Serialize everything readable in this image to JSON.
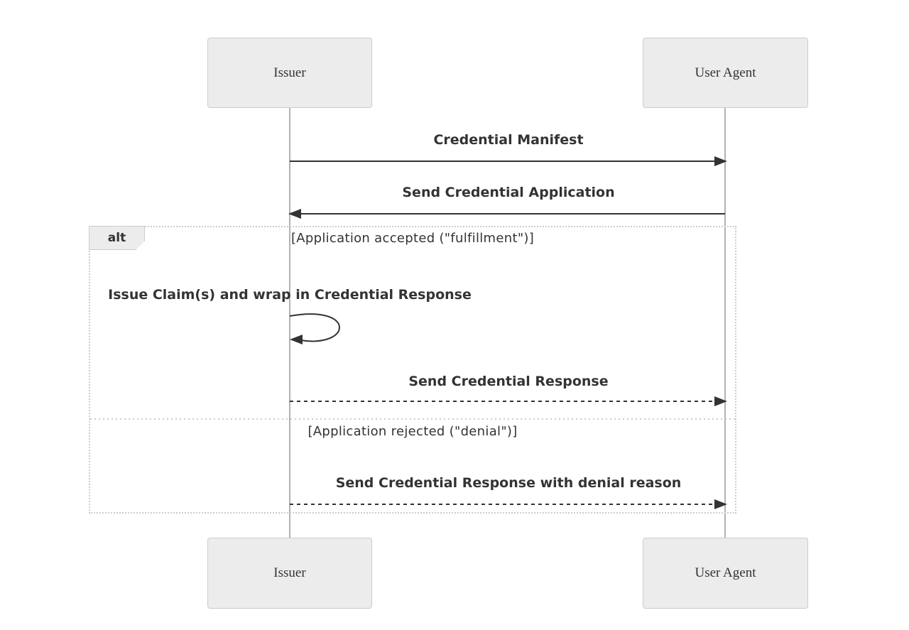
{
  "diagram": {
    "type": "sequence",
    "actors": {
      "issuer": "Issuer",
      "user_agent": "User Agent"
    },
    "messages": {
      "credential_manifest": "Credential Manifest",
      "send_credential_application": "Send Credential Application",
      "issue_claims_self": "Issue Claim(s) and wrap in Credential Response",
      "send_credential_response": "Send Credential Response",
      "send_credential_response_denial": "Send Credential Response with denial reason"
    },
    "alt_block": {
      "label": "alt",
      "condition_accepted": "[Application accepted (\"fulfillment\")]",
      "condition_rejected": "[Application rejected (\"denial\")]"
    },
    "colors": {
      "actor_fill": "#ececec",
      "actor_border": "#cccccc",
      "text": "#333333",
      "arrow": "#333333",
      "lifeline": "#999999",
      "frame_border": "#cccccc",
      "background": "#ffffff"
    }
  }
}
